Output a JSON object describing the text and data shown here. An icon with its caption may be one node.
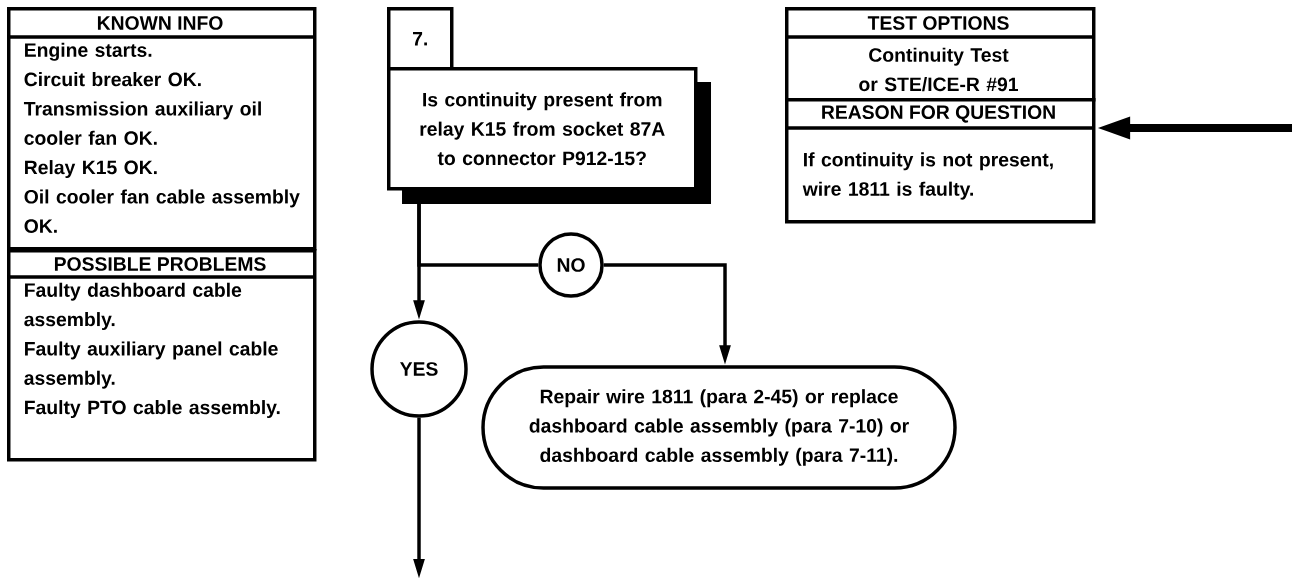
{
  "diagram": {
    "nodes": [
      {
        "text": [
          "KNOWN INFO",
          "Engine starts.",
          "Circuit breaker OK.",
          "Transmission auxiliary oil cooler fan OK.",
          "Relay K15 OK.",
          "Oil cooler fan cable assembly OK."
        ]
      },
      {
        "text": [
          "POSSIBLE PROBLEMS",
          "Faulty dashboard cable assembly.",
          "Faulty auxiliary panel cable assembly.",
          "Faulty PTO cable assembly."
        ]
      },
      {
        "text": [
          "7."
        ]
      },
      {
        "text": [
          "Is continuity present from relay K15 from socket 87A to connector P912-15?"
        ]
      },
      {
        "text": [
          "TEST OPTIONS",
          "Continuity Test or STE/ICE-R #91"
        ]
      },
      {
        "text": [
          "REASON FOR QUESTION",
          "If continuity is not present, wire 1811 is faulty."
        ]
      },
      {
        "text": [
          "NO"
        ]
      },
      {
        "text": [
          "YES"
        ]
      },
      {
        "text": [
          "Repair wire 1811 (para 2-45) or replace dashboard cable assembly (para 7-10) or dashboard cable assembly (para 7-11)."
        ]
      }
    ],
    "edges": [
      {
        "from": 3,
        "to": 6,
        "arrow": "none"
      },
      {
        "from": 6,
        "to": 8,
        "arrow": "to"
      },
      {
        "from": 3,
        "to": 7,
        "arrow": "to"
      },
      {
        "from": 7,
        "to": null,
        "arrow": "to"
      },
      {
        "from": null,
        "to": 5,
        "arrow": "to",
        "style": "thick"
      }
    ]
  }
}
